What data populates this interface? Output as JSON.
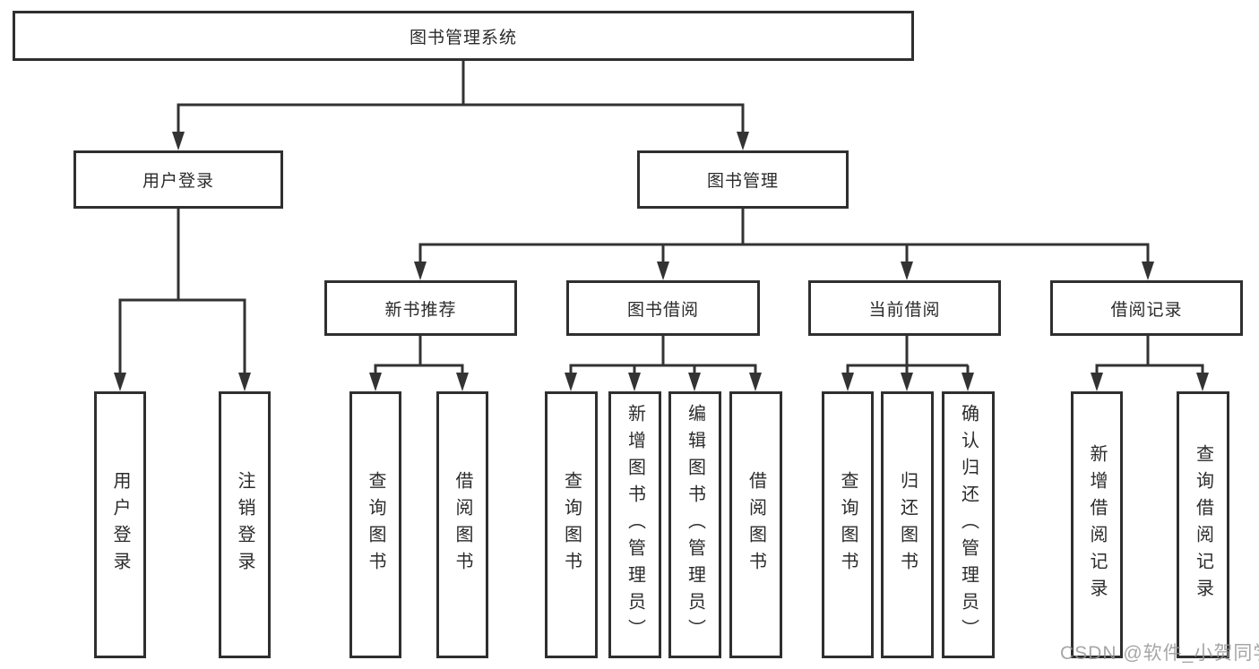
{
  "diagram": {
    "title": "图书管理系统",
    "watermark": "CSDN @软件_小贺同学",
    "colors": {
      "line": "#333333",
      "border": "#2f2f2f",
      "text": "#2b2b2b",
      "background": "#ffffff",
      "watermark": "#969696"
    },
    "nodes": {
      "root": {
        "label": "图书管理系统"
      },
      "user_login": {
        "label": "用户登录"
      },
      "book_mgmt": {
        "label": "图书管理"
      },
      "new_book_rec": {
        "label": "新书推荐"
      },
      "book_borrow": {
        "label": "图书借阅"
      },
      "current_borrow": {
        "label": "当前借阅"
      },
      "borrow_records": {
        "label": "借阅记录"
      },
      "leaf_user_login": {
        "label": "用户登录"
      },
      "leaf_logout": {
        "label": "注销登录"
      },
      "leaf_rec_query_books": {
        "label": "查询图书"
      },
      "leaf_rec_borrow_books": {
        "label": "借阅图书"
      },
      "leaf_bb_query_books": {
        "label": "查询图书"
      },
      "leaf_bb_add_books": {
        "label": "新增图书（管理员）"
      },
      "leaf_bb_edit_books": {
        "label": "编辑图书（管理员）"
      },
      "leaf_bb_borrow_books": {
        "label": "借阅图书"
      },
      "leaf_cb_query_books": {
        "label": "查询图书"
      },
      "leaf_cb_return_books": {
        "label": "归还图书"
      },
      "leaf_cb_confirm_return": {
        "label": "确认归还（管理员）"
      },
      "leaf_br_add_record": {
        "label": "新增借阅记录"
      },
      "leaf_br_query_record": {
        "label": "查询借阅记录"
      }
    },
    "edges": [
      {
        "from": "图书管理系统",
        "to": "用户登录"
      },
      {
        "from": "图书管理系统",
        "to": "图书管理"
      },
      {
        "from": "用户登录",
        "to": "用户登录"
      },
      {
        "from": "用户登录",
        "to": "注销登录"
      },
      {
        "from": "图书管理",
        "to": "新书推荐"
      },
      {
        "from": "图书管理",
        "to": "图书借阅"
      },
      {
        "from": "图书管理",
        "to": "当前借阅"
      },
      {
        "from": "图书管理",
        "to": "借阅记录"
      },
      {
        "from": "新书推荐",
        "to": "查询图书"
      },
      {
        "from": "新书推荐",
        "to": "借阅图书"
      },
      {
        "from": "图书借阅",
        "to": "查询图书"
      },
      {
        "from": "图书借阅",
        "to": "新增图书（管理员）"
      },
      {
        "from": "图书借阅",
        "to": "编辑图书（管理员）"
      },
      {
        "from": "图书借阅",
        "to": "借阅图书"
      },
      {
        "from": "当前借阅",
        "to": "查询图书"
      },
      {
        "from": "当前借阅",
        "to": "归还图书"
      },
      {
        "from": "当前借阅",
        "to": "确认归还（管理员）"
      },
      {
        "from": "借阅记录",
        "to": "新增借阅记录"
      },
      {
        "from": "借阅记录",
        "to": "查询借阅记录"
      }
    ]
  }
}
